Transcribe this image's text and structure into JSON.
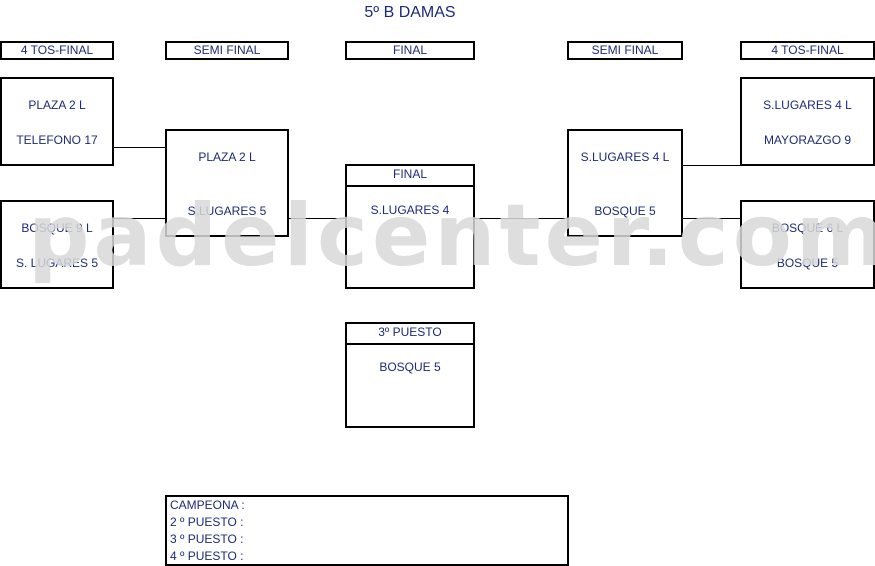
{
  "title": "5º B DAMAS",
  "headers": {
    "left_quarter": "4 TOS-FINAL",
    "left_semi": "SEMI FINAL",
    "final": "FINAL",
    "right_semi": "SEMI FINAL",
    "right_quarter": "4 TOS-FINAL"
  },
  "left_quarter": [
    {
      "top": "PLAZA 2  L",
      "bottom": "TELEFONO 17"
    },
    {
      "top": "BOSQUE 9 L",
      "bottom": "S. LUGARES 5"
    }
  ],
  "left_semi": {
    "top": "PLAZA 2 L",
    "bottom": "S.LUGARES 5"
  },
  "final": {
    "label": "FINAL",
    "team": "S.LUGARES 4"
  },
  "third_place": {
    "label": "3º PUESTO",
    "team": "BOSQUE 5"
  },
  "right_semi": {
    "top": "S.LUGARES 4 L",
    "bottom": "BOSQUE 5"
  },
  "right_quarter": [
    {
      "top": "S.LUGARES 4  L",
      "bottom": "MAYORAZGO 9"
    },
    {
      "top": "BOSQUE 6  L",
      "bottom": "BOSQUE 5"
    }
  ],
  "results": [
    "CAMPEONA :",
    "2 º PUESTO :",
    "3 º PUESTO :",
    "4 º PUESTO :"
  ],
  "watermark": "padelcenter.com",
  "colors": {
    "text": "#1c2a78",
    "border": "#000000",
    "watermark": "#d9d9d9"
  }
}
